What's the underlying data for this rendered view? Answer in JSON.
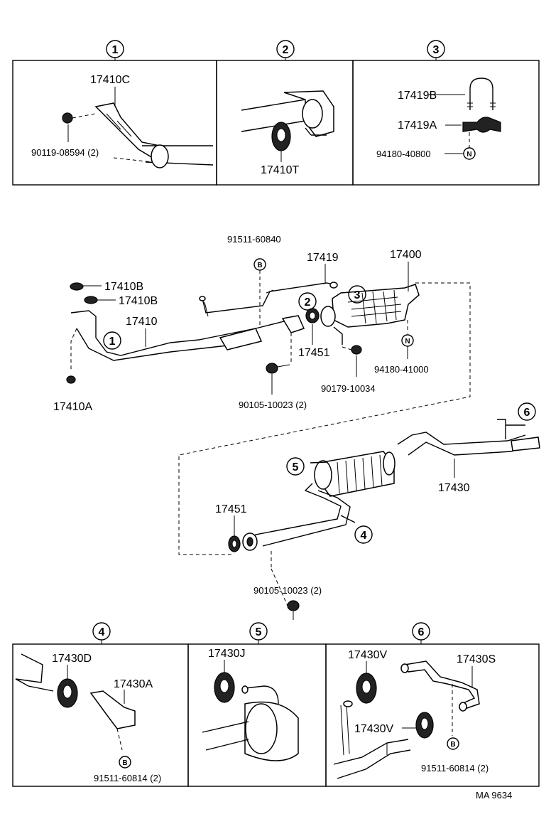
{
  "callouts": {
    "c1": "1",
    "c2": "2",
    "c3": "3",
    "c4": "4",
    "c5": "5",
    "c6": "6"
  },
  "letters": {
    "b": "B",
    "n": "N"
  },
  "box1": {
    "bracket": "17410C",
    "bolt": "90119-08594 (2)"
  },
  "box2": {
    "hanger": "17410T"
  },
  "box3": {
    "ubolt": "17419B",
    "clamp": "17419A",
    "nut": "94180-40800"
  },
  "main": {
    "bolt_top": "91511-60840",
    "clamp_pipe": "17419",
    "converter": "17400",
    "gasket_b1": "17410B",
    "gasket_b2": "17410B",
    "front_pipe": "17410",
    "gasket_mid": "17451",
    "stud_nut": "90179-10034",
    "nut_conv": "94180-41000",
    "gasket_a": "17410A",
    "bolt_front": "90105-10023 (2)",
    "tail_pipe": "17430",
    "gasket_rear": "17451",
    "bolt_rear": "90105-10023 (2)"
  },
  "box4": {
    "hanger": "17430D",
    "bracket": "17430A",
    "bolt": "91511-60814 (2)"
  },
  "box5": {
    "hanger": "17430J"
  },
  "box6": {
    "hanger_v1": "17430V",
    "hanger_v2": "17430V",
    "bracket": "17430S",
    "bolt": "91511-60814 (2)"
  },
  "footer": {
    "code": "MA  9634"
  }
}
